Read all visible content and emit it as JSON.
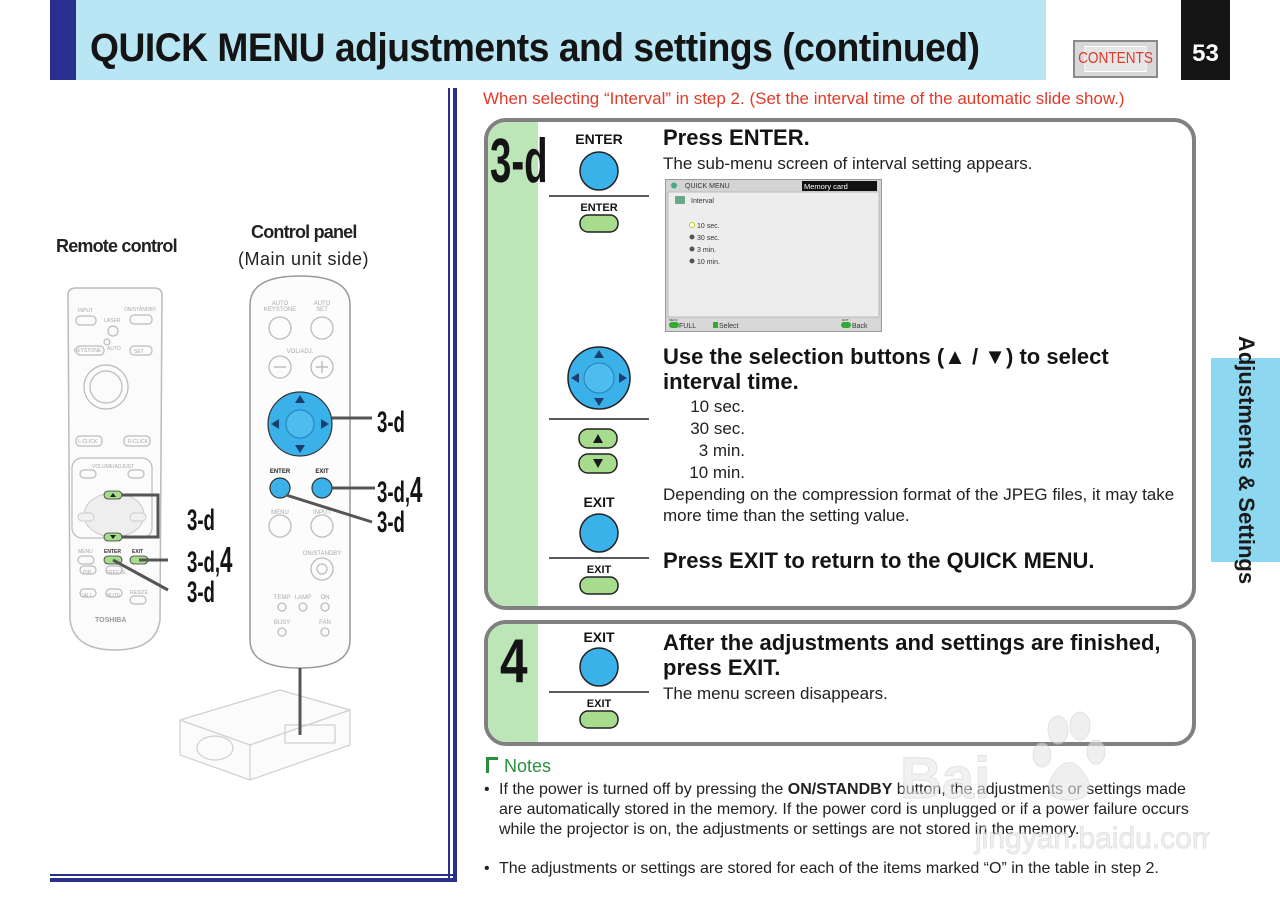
{
  "header": {
    "title": "QUICK MENU adjustments and settings (continued)",
    "contents_label": "CONTENTS",
    "page_number": "53"
  },
  "side_tab": {
    "label": "Adjustments & Settings"
  },
  "left": {
    "remote_label": "Remote control",
    "panel_label": "Control panel",
    "panel_sub": "(Main  unit  side)",
    "remote_keys": {
      "input": "INPUT",
      "onstandby": "ON/STANDBY",
      "laser": "LASER",
      "keystone": "KEYSTONE",
      "auto": "AUTO",
      "set": "SET",
      "lclick": "L-CLICK",
      "rclick": "R-CLICK",
      "volume": "VOLUME/ADJUST",
      "menu": "MENU",
      "enter": "ENTER",
      "exit": "EXIT",
      "pip": "PIP",
      "freeze": "FREEZE",
      "call": "CALL",
      "mute": "MUTE",
      "resize": "RESIZE",
      "brand": "TOSHIBA"
    },
    "panel_keys": {
      "auto_keystone_1": "AUTO",
      "auto_keystone_2": "KEYSTONE",
      "auto_set_1": "AUTO",
      "auto_set_2": "SET",
      "vol": "VOL/ADJ.",
      "enter": "ENTER",
      "exit": "EXIT",
      "menu": "MENU",
      "input": "INPUT",
      "onstandby": "ON/STANDBY",
      "temp": "TEMP",
      "lamp": "LAMP",
      "on": "ON",
      "busy": "BUSY",
      "fan": "FAN"
    },
    "callouts": {
      "panel_arrows": "3-d",
      "panel_enter_a": "3-d,",
      "panel_enter_b": "4",
      "panel_exit": "3-d",
      "remote_arrows": "3-d",
      "remote_enter_a": "3-d,",
      "remote_enter_b": "4",
      "remote_exit": "3-d"
    }
  },
  "intro": "When selecting “Interval” in step 2. (Set the interval time of the automatic slide show.)",
  "step_a": {
    "label": "3-d",
    "enter_label": "ENTER",
    "enter_label_small": "ENTER",
    "press_enter_heading": "Press ENTER.",
    "press_enter_text": "The sub-menu screen of interval setting appears.",
    "menu": {
      "title": "QUICK MENU",
      "tab": "Memory card",
      "item": "Interval",
      "options": [
        "10 sec.",
        "30 sec.",
        "3 min.",
        "10 min."
      ],
      "foot_full_key": "MENU",
      "foot_full": "FULL",
      "foot_select": "Select",
      "foot_back_key": "EXIT",
      "foot_back": "Back"
    },
    "select_heading": "Use the selection buttons (▲ / ▼) to select interval time.",
    "options": [
      "10 sec.",
      "30 sec.",
      "3 min.",
      "10 min."
    ],
    "compression_note": "Depending on the compression format of the JPEG files, it may take more time than the setting value.",
    "exit_label": "EXIT",
    "exit_label_small": "EXIT",
    "exit_heading": "Press EXIT to return to the QUICK MENU."
  },
  "step_b": {
    "label": "4",
    "exit_label": "EXIT",
    "exit_label_small": "EXIT",
    "heading": "After the adjustments and settings are finished, press EXIT.",
    "text": "The menu screen disappears."
  },
  "notes": {
    "title": "Notes",
    "bullet": "•",
    "n1_a": "If the power is turned off by pressing the ",
    "n1_b": "ON/STANDBY",
    "n1_c": " button, the adjustments or settings made are automatically stored in the memory. If the power cord is unplugged or if a power failure occurs while the projector is on, the adjustments or settings are not stored in the memory.",
    "n2": "The adjustments or settings are stored for each of the items marked “O” in the table in step 2."
  },
  "watermark": {
    "brand": "Bai",
    "sub": "jingyan.baidu.com"
  },
  "colors": {
    "band": "#b9e6f5",
    "navy": "#2a2f8f",
    "red_text": "#e03a2a",
    "step_green": "#bde6b8",
    "key_blue": "#3bb1ea",
    "key_green": "#a7dc8e",
    "side_tab": "#8dd8f0",
    "notes_green": "#2a8f3a"
  }
}
